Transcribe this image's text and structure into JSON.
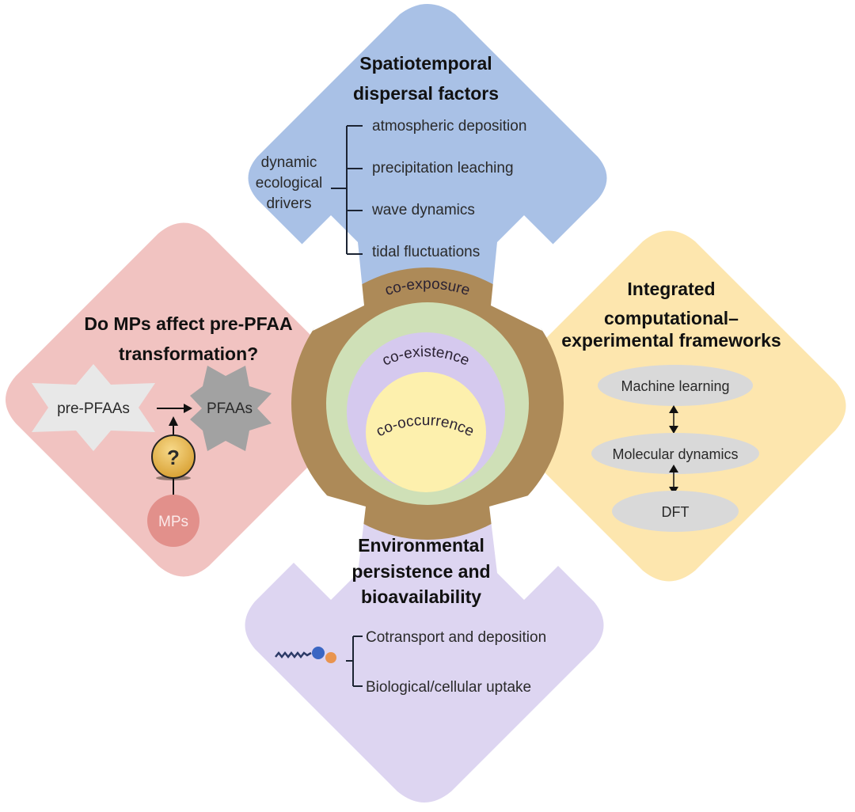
{
  "colors": {
    "blue_panel": "#a9c1e6",
    "pink_panel": "#f1c3c1",
    "yellow_panel": "#fde6ae",
    "purple_panel": "#ddd5f1",
    "brown_ring": "#ad8a58",
    "green_ring": "#cfe0b7",
    "lavender_ring": "#d5c9ee",
    "yellow_core": "#fdf0ad",
    "star_light": "#e8e8e8",
    "star_dark": "#a2a2a2",
    "question_fill": "#e9b84a",
    "mps_fill": "#e2908b",
    "ellipse_fill": "#d9d9d9",
    "molecule_blue": "#3a66c3",
    "molecule_orange": "#e9944f",
    "molecule_chain": "#2c3a66"
  },
  "center": {
    "rings": [
      {
        "label": "co-exposure"
      },
      {
        "label": "co-existence"
      },
      {
        "label": "co-occurrence"
      }
    ]
  },
  "panels": {
    "top": {
      "title_lines": [
        "Spatiotemporal",
        "dispersal factors"
      ],
      "group_label_lines": [
        "dynamic",
        "ecological",
        "drivers"
      ],
      "items": [
        "atmospheric deposition",
        "precipitation leaching",
        "wave dynamics",
        "tidal fluctuations"
      ]
    },
    "left": {
      "title_lines": [
        "Do MPs affect pre-PFAA",
        "transformation?"
      ],
      "reactant": "pre-PFAAs",
      "product": "PFAAs",
      "unknown_symbol": "?",
      "agent": "MPs"
    },
    "right": {
      "title_lines": [
        "Integrated",
        "computational–",
        "experimental frameworks"
      ],
      "methods": [
        "Machine learning",
        "Molecular dynamics",
        "DFT"
      ]
    },
    "bottom": {
      "title_lines": [
        "Environmental",
        "persistence and",
        "bioavailability"
      ],
      "items": [
        "Cotransport and deposition",
        "Biological/cellular uptake"
      ]
    }
  }
}
